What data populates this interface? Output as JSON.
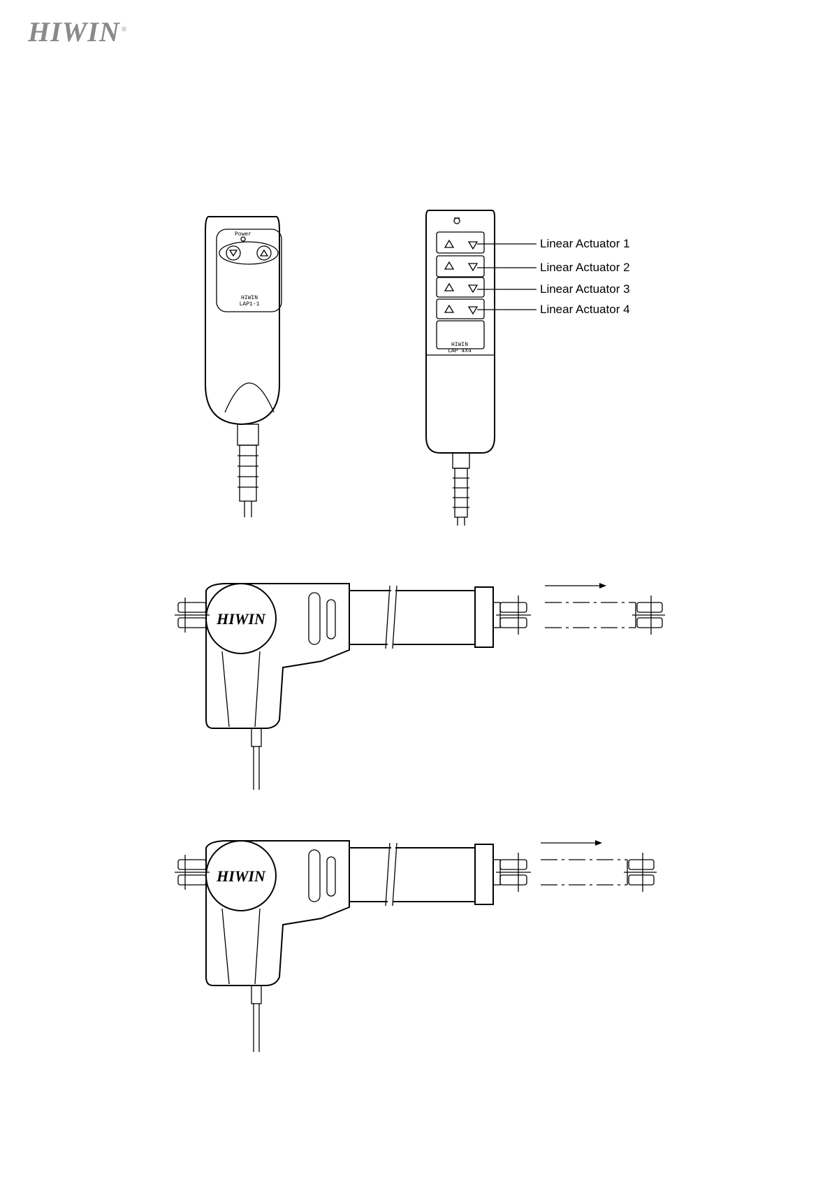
{
  "header": {
    "logo_text": "HIWIN",
    "logo_mark": "®"
  },
  "remote_single": {
    "power_label": "Power",
    "model_brand": "HIWIN",
    "model_code": "LAP1-1"
  },
  "remote_multi": {
    "model_brand": "HIWIN",
    "model_code": "LAP 4X4",
    "channel_labels": [
      "Linear Actuator 1",
      "Linear Actuator 2",
      "Linear Actuator 3",
      "Linear Actuator 4"
    ]
  },
  "actuator_top": {
    "brand": "HIWIN"
  },
  "actuator_bottom": {
    "brand": "HIWIN"
  },
  "colors": {
    "line": "#000000",
    "logo_gray": "#8a8a8a"
  }
}
